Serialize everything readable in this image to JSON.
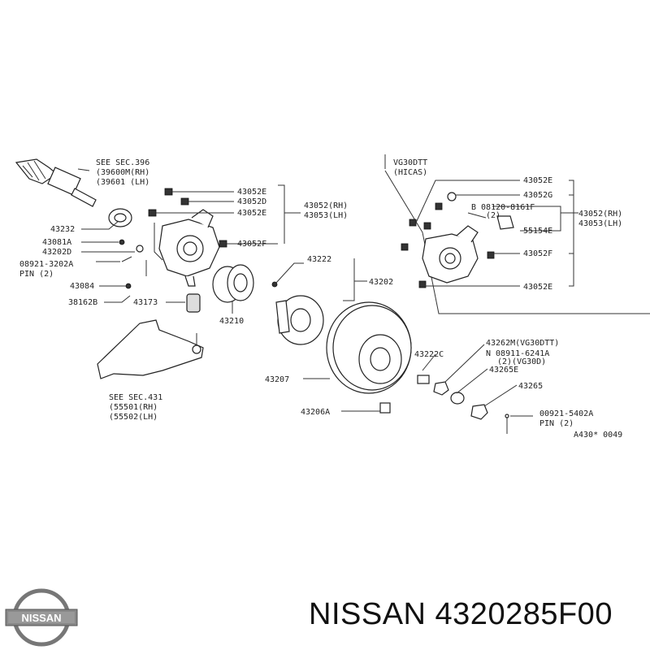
{
  "labels": {
    "see_sec_396": "SEE SEC.396",
    "p_39600m": "(39600M(RH)",
    "p_39601": "(39601 (LH)",
    "p_43052e_a": "43052E",
    "p_43052d": "43052D",
    "p_43052e_b": "43052E",
    "p_43052rh": "43052(RH)",
    "p_43053lh": "43053(LH)",
    "p_43052f_a": "43052F",
    "p_43232": "43232",
    "p_43081a": "43081A",
    "p_43202d": "43202D",
    "p_08921_3202a": "08921-3202A",
    "pin2_a": "PIN (2)",
    "p_43084": "43084",
    "p_38162b": "38162B",
    "p_43173": "43173",
    "p_43210": "43210",
    "p_43222": "43222",
    "p_43202": "43202",
    "see_sec_431": "SEE SEC.431",
    "p_55501": "(55501(RH)",
    "p_55502": "(55502(LH)",
    "p_43207": "43207",
    "p_43206a": "43206A",
    "p_43222c": "43222C",
    "p_43262m": "43262M(VG30DTT)",
    "p_08911_6241a": "N 08911-6241A",
    "p_2_vg30d": "(2)(VG30D)",
    "p_43265e": "43265E",
    "p_43265": "43265",
    "p_00921_5402a": "00921-5402A",
    "pin2_b": "PIN (2)",
    "fig_code": "A430* 0049",
    "vg30dtt": "VG30DTT",
    "hicas": "(HICAS)",
    "p_43052e_c": "43052E",
    "p_43052g": "43052G",
    "p_08120_8161f": "B 08120-8161F",
    "p_2_small": "(2)",
    "p_55154e": "55154E",
    "p_43052rh_b": "43052(RH)",
    "p_43053lh_b": "43053(LH)",
    "p_43052f_b": "43052F",
    "p_43052e_d": "43052E"
  },
  "brand": {
    "logo_text": "NISSAN",
    "title": "NISSAN 4320285F00"
  }
}
